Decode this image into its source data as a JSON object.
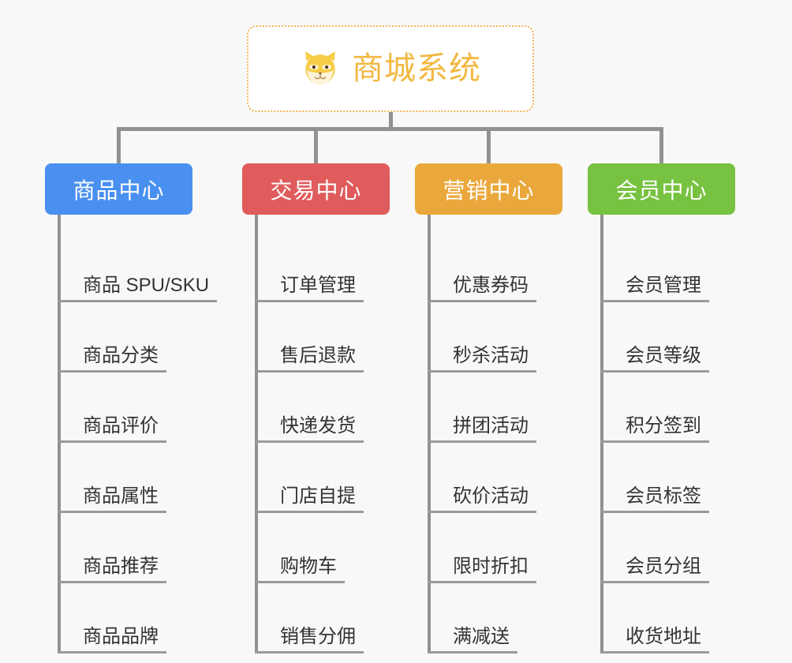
{
  "page": {
    "background_color": "#f8f8f8",
    "line_color": "#919191"
  },
  "root": {
    "title": "商城系统",
    "icon": "shiba-dog-face-icon",
    "title_color": "#f2b840",
    "border_color": "#f2b353",
    "background_color": "#ffffff"
  },
  "columns": [
    {
      "header": "商品中心",
      "color": "#4a90f0",
      "items": [
        {
          "label": "商品 SPU/SKU"
        },
        {
          "label": "商品分类"
        },
        {
          "label": "商品评价"
        },
        {
          "label": "商品属性"
        },
        {
          "label": "商品推荐"
        },
        {
          "label": "商品品牌"
        }
      ]
    },
    {
      "header": "交易中心",
      "color": "#e05c5c",
      "items": [
        {
          "label": "订单管理"
        },
        {
          "label": "售后退款"
        },
        {
          "label": "快递发货"
        },
        {
          "label": "门店自提"
        },
        {
          "label": "购物车"
        },
        {
          "label": "销售分佣"
        }
      ]
    },
    {
      "header": "营销中心",
      "color": "#eaa83c",
      "items": [
        {
          "label": "优惠券码"
        },
        {
          "label": "秒杀活动"
        },
        {
          "label": "拼团活动"
        },
        {
          "label": "砍价活动"
        },
        {
          "label": "限时折扣"
        },
        {
          "label": "满减送"
        }
      ]
    },
    {
      "header": "会员中心",
      "color": "#77c240",
      "items": [
        {
          "label": "会员管理"
        },
        {
          "label": "会员等级"
        },
        {
          "label": "积分签到"
        },
        {
          "label": "会员标签"
        },
        {
          "label": "会员分组"
        },
        {
          "label": "收货地址"
        }
      ]
    }
  ]
}
